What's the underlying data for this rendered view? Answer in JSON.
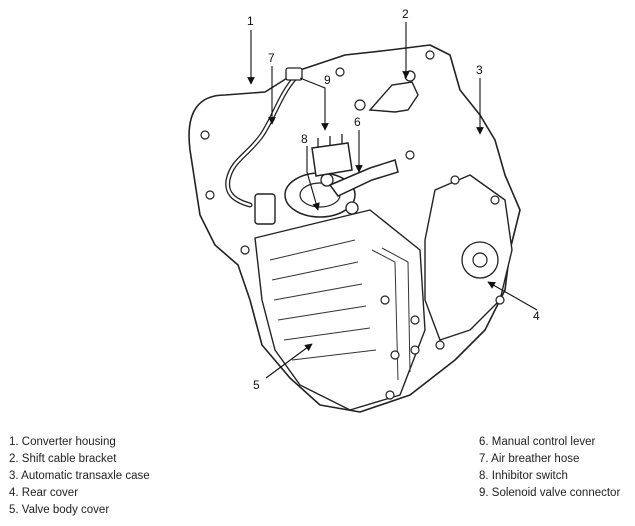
{
  "callouts": [
    "1",
    "2",
    "3",
    "4",
    "5",
    "6",
    "7",
    "8",
    "9"
  ],
  "legend_left": [
    "1. Converter housing",
    "2. Shift cable bracket",
    "3. Automatic transaxle case",
    "4. Rear cover",
    "5. Valve body cover"
  ],
  "legend_right": [
    "6. Manual control lever",
    "7. Air breather hose",
    "8. Inhibitor switch",
    "9. Solenoid valve connector"
  ]
}
